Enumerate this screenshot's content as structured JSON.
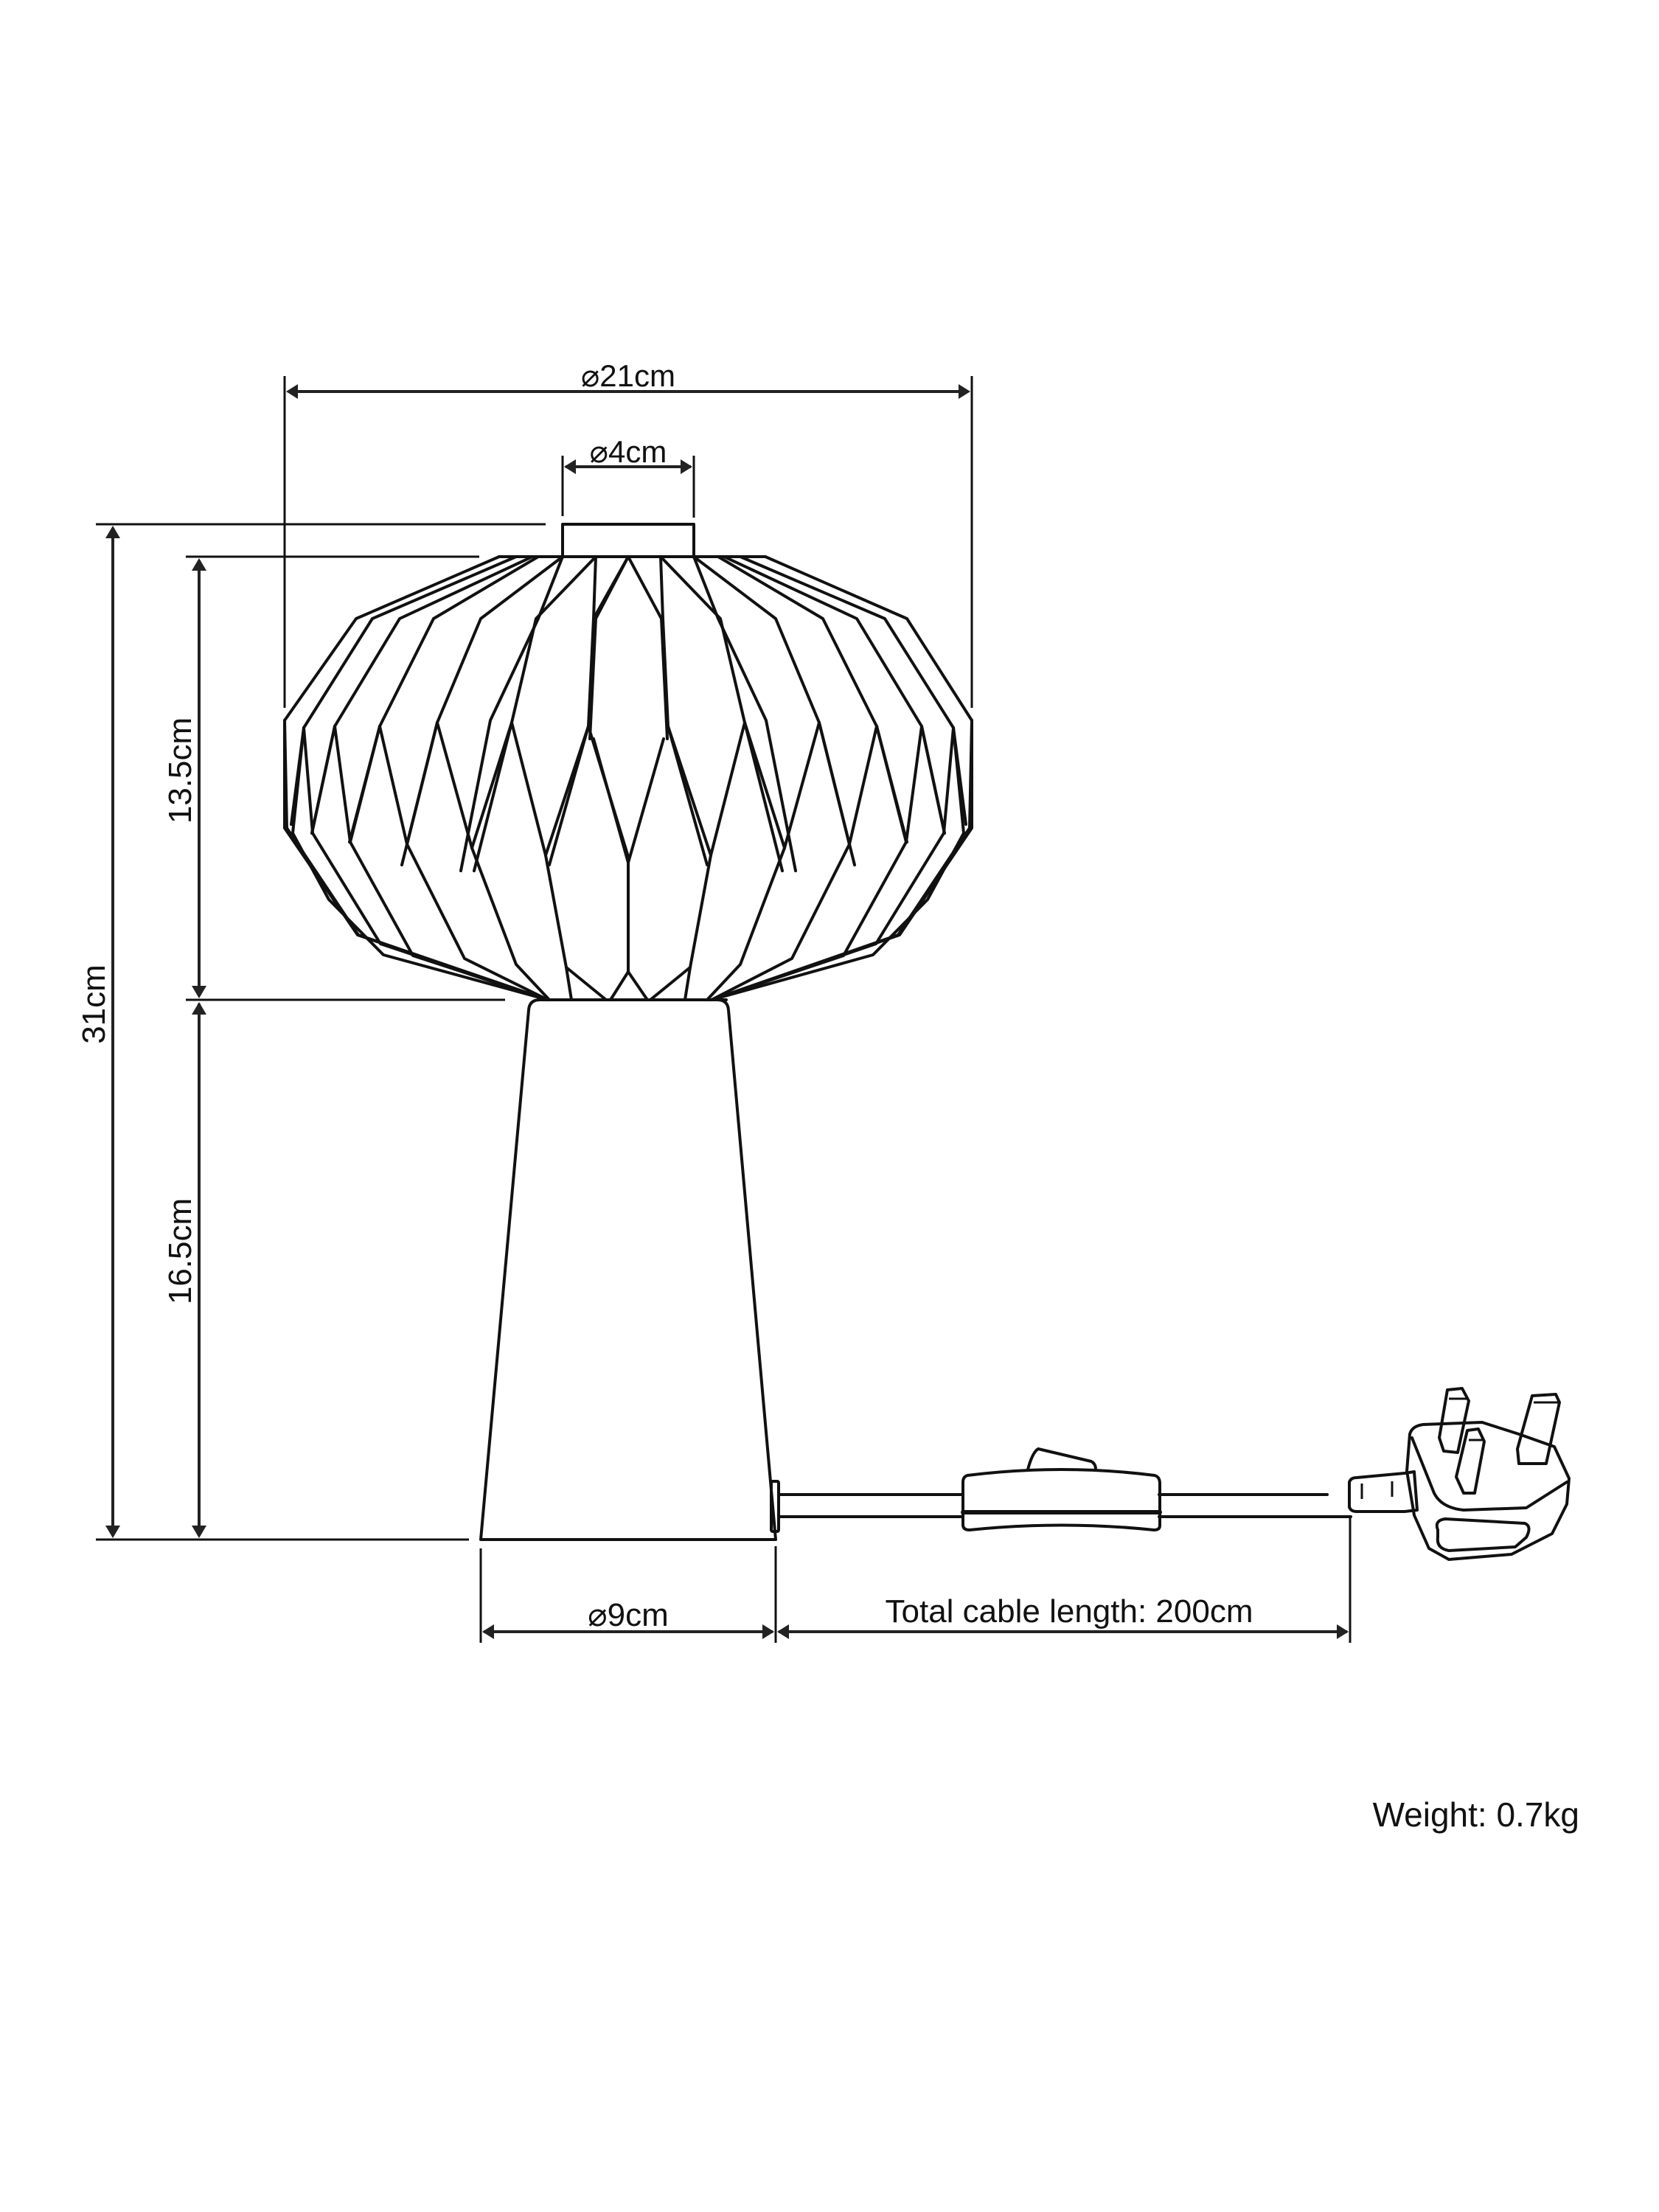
{
  "drawing": {
    "subject": "Table lamp with pleated globe shade",
    "stroke_color": "#111111",
    "background": "#ffffff"
  },
  "dimensions": {
    "shade_diameter": "⌀21cm",
    "socket_diameter": "⌀4cm",
    "total_height": "31cm",
    "shade_height": "13.5cm",
    "base_height": "16.5cm",
    "base_diameter": "⌀9cm",
    "cable_length": "Total cable length: 200cm"
  },
  "weight": "Weight: 0.7kg",
  "icons": {
    "inline_switch": "inline-switch-icon",
    "plug": "uk-plug-icon"
  }
}
